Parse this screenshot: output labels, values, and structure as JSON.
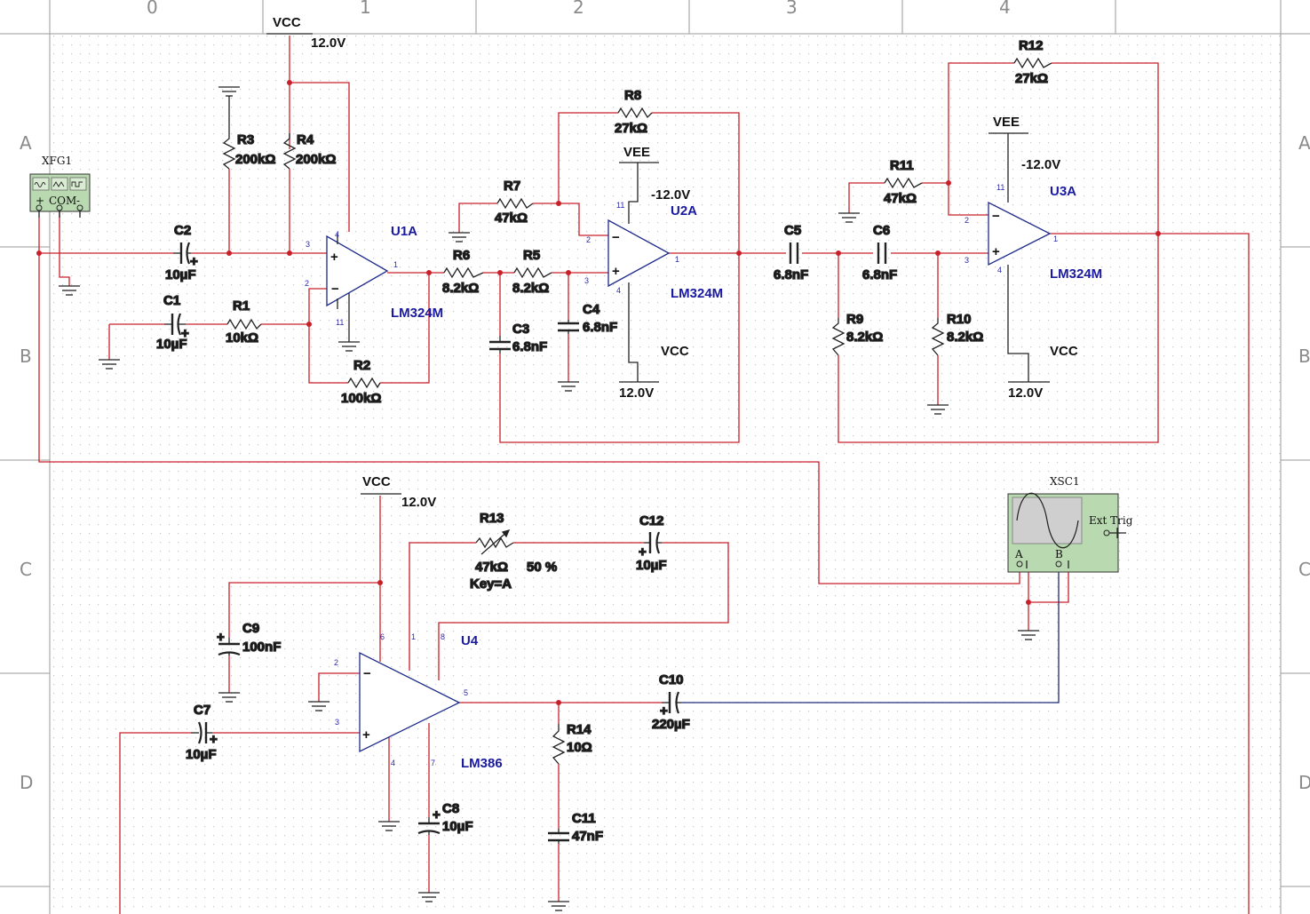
{
  "grid_columns": [
    "0",
    "1",
    "2",
    "3",
    "4"
  ],
  "grid_rows": [
    "A",
    "B",
    "C",
    "D"
  ],
  "colors": {
    "wire": "#c8202a",
    "wire_scope": "#1d2a7a",
    "component": "#222222",
    "part_label": "#1a1aa0",
    "grid_dot": "#c9c9c9",
    "instrument_body": "#b9d9b0"
  },
  "rails": {
    "vcc_top": {
      "name": "VCC",
      "value": "12.0V"
    },
    "vee_u2": {
      "name": "VEE",
      "value": "-12.0V"
    },
    "vcc_u2": {
      "name": "VCC",
      "value": "12.0V"
    },
    "vee_u3": {
      "name": "VEE",
      "value": "-12.0V"
    },
    "vcc_u3": {
      "name": "VCC",
      "value": "12.0V"
    },
    "vcc_u4": {
      "name": "VCC",
      "value": "12.0V"
    }
  },
  "instruments": {
    "function_generator": {
      "name": "XFG1",
      "com": "COM",
      "plus": "+",
      "minus": "-"
    },
    "oscilloscope": {
      "name": "XSC1",
      "ext_trig": "Ext Trig",
      "ch_a": "A",
      "ch_b": "B"
    }
  },
  "components": {
    "R1": {
      "ref": "R1",
      "value": "10kΩ"
    },
    "R2": {
      "ref": "R2",
      "value": "100kΩ"
    },
    "R3": {
      "ref": "R3",
      "value": "200kΩ"
    },
    "R4": {
      "ref": "R4",
      "value": "200kΩ"
    },
    "R5": {
      "ref": "R5",
      "value": "8.2kΩ"
    },
    "R6": {
      "ref": "R6",
      "value": "8.2kΩ"
    },
    "R7": {
      "ref": "R7",
      "value": "47kΩ"
    },
    "R8": {
      "ref": "R8",
      "value": "27kΩ"
    },
    "R9": {
      "ref": "R9",
      "value": "8.2kΩ"
    },
    "R10": {
      "ref": "R10",
      "value": "8.2kΩ"
    },
    "R11": {
      "ref": "R11",
      "value": "47kΩ"
    },
    "R12": {
      "ref": "R12",
      "value": "27kΩ"
    },
    "R13": {
      "ref": "R13",
      "value": "47kΩ",
      "setting": "50 %",
      "key": "Key=A"
    },
    "R14": {
      "ref": "R14",
      "value": "10Ω"
    },
    "C1": {
      "ref": "C1",
      "value": "10µF"
    },
    "C2": {
      "ref": "C2",
      "value": "10µF"
    },
    "C3": {
      "ref": "C3",
      "value": "6.8nF"
    },
    "C4": {
      "ref": "C4",
      "value": "6.8nF"
    },
    "C5": {
      "ref": "C5",
      "value": "6.8nF"
    },
    "C6": {
      "ref": "C6",
      "value": "6.8nF"
    },
    "C7": {
      "ref": "C7",
      "value": "10µF"
    },
    "C8": {
      "ref": "C8",
      "value": "10µF"
    },
    "C9": {
      "ref": "C9",
      "value": "100nF"
    },
    "C10": {
      "ref": "C10",
      "value": "220µF"
    },
    "C11": {
      "ref": "C11",
      "value": "47nF"
    },
    "C12": {
      "ref": "C12",
      "value": "10µF"
    },
    "U1A": {
      "ref": "U1A",
      "part": "LM324M"
    },
    "U2A": {
      "ref": "U2A",
      "part": "LM324M"
    },
    "U3A": {
      "ref": "U3A",
      "part": "LM324M"
    },
    "U4": {
      "ref": "U4",
      "part": "LM386"
    }
  },
  "pins": {
    "u1": {
      "p3": "3",
      "p2": "2",
      "p4": "4",
      "p11": "11",
      "p1": "1"
    },
    "u2": {
      "p2": "2",
      "p3": "3",
      "p11": "11",
      "p4": "4",
      "p1": "1"
    },
    "u3": {
      "p2": "2",
      "p3": "3",
      "p11": "11",
      "p4": "4",
      "p1": "1"
    },
    "u4": {
      "p2": "2",
      "p3": "3",
      "p6": "6",
      "p1": "1",
      "p8": "8",
      "p5": "5",
      "p4": "4",
      "p7": "7"
    }
  }
}
